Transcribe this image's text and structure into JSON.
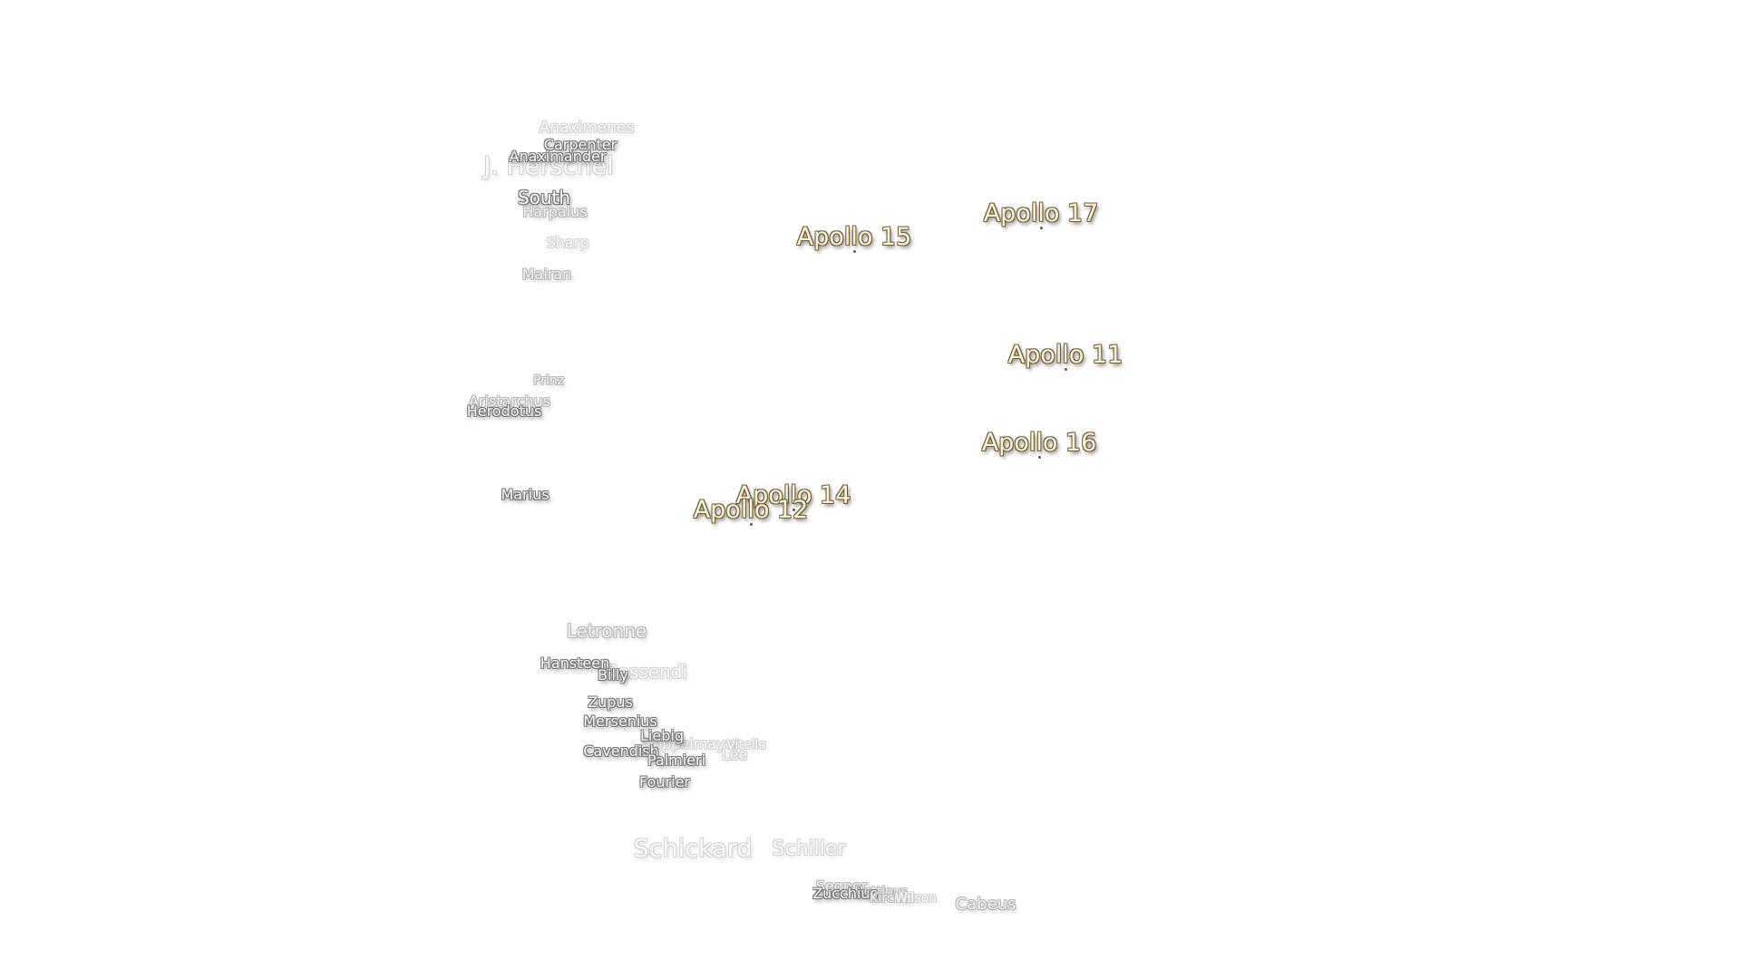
{
  "craters": {
    "anaximenes": "Anaximenes",
    "carpenter": "Carpenter",
    "anaximander": "Anaximander",
    "j_herschel": "J. Herschel",
    "south": "South",
    "harpalus": "Harpalus",
    "sharp": "Sharp",
    "mairan": "Mairan",
    "prinz": "Prinz",
    "aristarchus": "Aristarchus",
    "herodotus": "Herodotus",
    "marius": "Marius",
    "letronne": "Letronne",
    "hansteen": "Hansteen",
    "billy": "Billy",
    "gassendi": "Gassendi",
    "zupus": "Zupus",
    "mersenius": "Mersenius",
    "liebig": "Liebig",
    "doppelmayer": "Doppelmayer",
    "vitello": "Vitello",
    "lee": "Lee",
    "cavendish": "Cavendish",
    "palmieri": "Palmieri",
    "fourier": "Fourier",
    "schickard": "Schickard",
    "schiller": "Schiller",
    "segner": "Segner",
    "zucchius": "Zucchius",
    "bettinus": "Bettinus",
    "kircher": "Kircher",
    "wilson": "Wilson",
    "cabeus": "Cabeus"
  },
  "apollo_sites": {
    "apollo_11": "Apollo 11",
    "apollo_12": "Apollo 12",
    "apollo_14": "Apollo 14",
    "apollo_15": "Apollo 15",
    "apollo_16": "Apollo 16",
    "apollo_17": "Apollo 17"
  },
  "colors": {
    "background": "#ffffff",
    "crater_label": "#ffffff",
    "apollo_label": "#fff4d6"
  }
}
